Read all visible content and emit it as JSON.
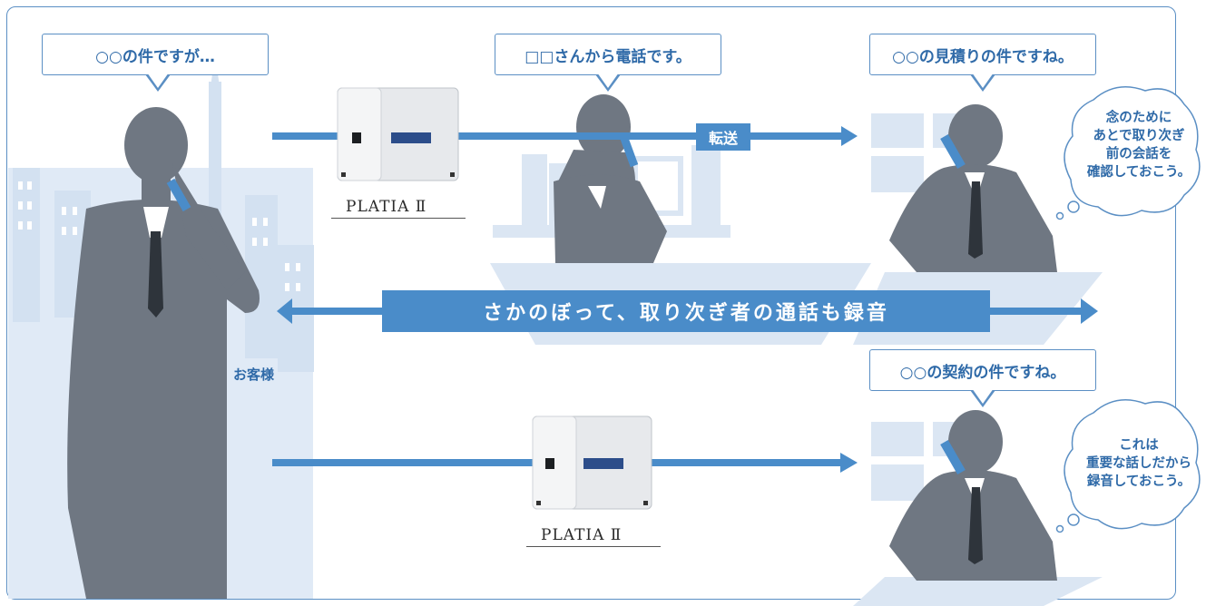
{
  "speech_bubbles": {
    "customer": "○○の件ですが…",
    "receptionist": "□□さんから電話です。",
    "staff_top": "○○の見積りの件ですね。",
    "staff_bottom": "○○の契約の件ですね。"
  },
  "thoughts": {
    "top": [
      "念のために",
      "あとで取り次ぎ",
      "前の会話を",
      "確認しておこう。"
    ],
    "bottom": [
      "これは",
      "重要な話しだから",
      "録音しておこう。"
    ]
  },
  "labels": {
    "transfer": "転送",
    "banner": "さかのぼって、取り次ぎ者の通話も録音",
    "customer": "お客様",
    "device_brand": "PLATIA Ⅱ"
  },
  "colors": {
    "accent": "#4a8cc9",
    "frame": "#5b8fc4",
    "silhouette": "#6f7782",
    "light_blue": "#dbe6f3"
  }
}
